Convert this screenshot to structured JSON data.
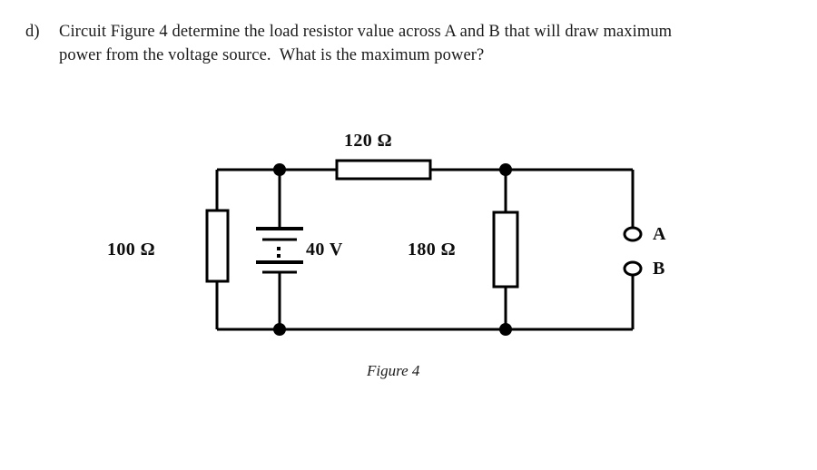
{
  "question": {
    "marker": "d)",
    "line_1": "Circuit Figure 4 determine the load resistor value across A and B that will draw maximum",
    "line_2": "power from the voltage source.  What is the maximum power?"
  },
  "figure": {
    "caption": "Figure 4",
    "line_color": "#000000",
    "background": "#ffffff",
    "labels": {
      "series_resistor": "120 Ω",
      "left_resistor": "100 Ω",
      "source": "40 V",
      "parallel_resistor": "180 Ω",
      "terminal_a": "A",
      "terminal_b": "B"
    },
    "components": [
      {
        "name": "left-resistor",
        "type": "resistor",
        "orientation": "vertical",
        "value": "100 Ω"
      },
      {
        "name": "voltage-source",
        "type": "battery",
        "orientation": "vertical",
        "value": "40 V"
      },
      {
        "name": "series-resistor",
        "type": "resistor",
        "orientation": "horizontal",
        "value": "120 Ω"
      },
      {
        "name": "parallel-resistor",
        "type": "resistor",
        "orientation": "vertical",
        "value": "180 Ω"
      },
      {
        "name": "terminal-a",
        "type": "terminal",
        "orientation": "open",
        "value": "A"
      },
      {
        "name": "terminal-b",
        "type": "terminal",
        "orientation": "open",
        "value": "B"
      }
    ]
  }
}
